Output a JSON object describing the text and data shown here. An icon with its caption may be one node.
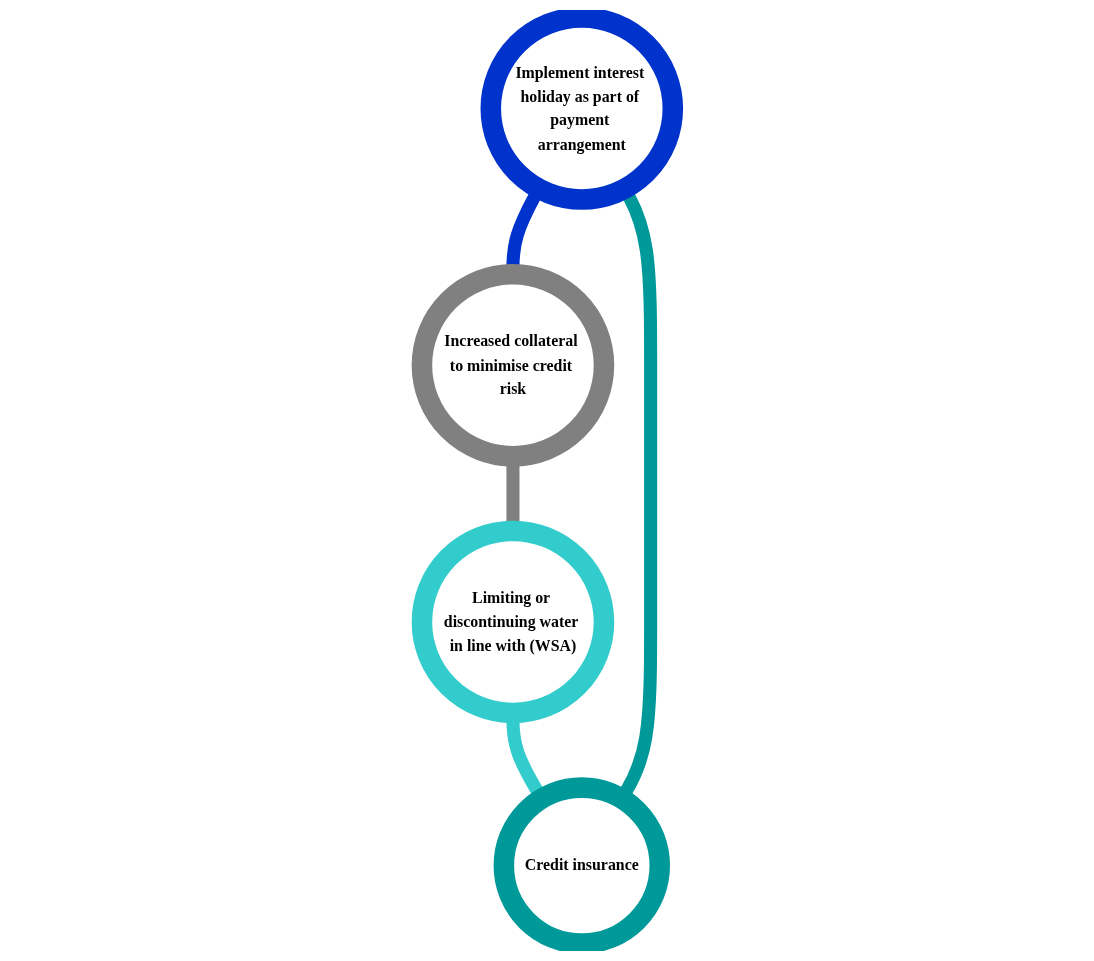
{
  "diagram": {
    "nodes": [
      {
        "text": [
          "Implement interest holiday as part of payment arrangement"
        ]
      },
      {
        "text": [
          "Credit insurance"
        ]
      },
      {
        "text": [
          "Increased collateral to minimise credit risk"
        ]
      },
      {
        "text": [
          "Limiting or discontinuing water in line with (WSA)"
        ]
      }
    ],
    "edges": [
      {
        "from": 0,
        "to": 2,
        "arrow": "none",
        "color": "#0033cc"
      },
      {
        "from": 2,
        "to": 3,
        "arrow": "none",
        "color": "#808080"
      },
      {
        "from": 3,
        "to": 1,
        "arrow": "none",
        "color": "#33cccc"
      },
      {
        "from": 1,
        "to": 0,
        "arrow": "none",
        "color": "#009999"
      }
    ]
  }
}
